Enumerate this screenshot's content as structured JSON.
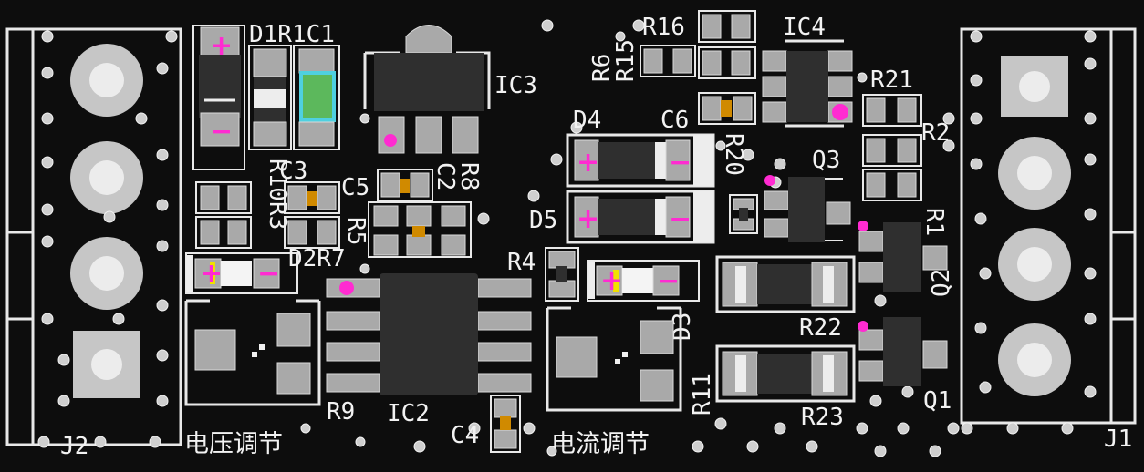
{
  "labels": {
    "d1r1c1": "D1R1C1",
    "ic3": "IC3",
    "r6": "R6",
    "r15": "R15",
    "r16": "R16",
    "ic4": "IC4",
    "r21": "R21",
    "r2": "R2",
    "r10r3": "R10R3",
    "c3": "C3",
    "c5": "C5",
    "c2": "C2",
    "r8": "R8",
    "r5": "R5",
    "d4": "D4",
    "c6": "C6",
    "r20": "R20",
    "q3": "Q3",
    "d5": "D5",
    "d2r7": "D2R7",
    "r4": "R4",
    "d3": "D3",
    "r1": "R1",
    "q2": "Q2",
    "r22": "R22",
    "r11": "R11",
    "r9": "R9",
    "ic2": "IC2",
    "r23": "R23",
    "q1": "Q1",
    "c4": "C4",
    "j2": "J2",
    "j1": "J1",
    "voltage_adjust": "电压调节",
    "current_adjust": "电流调节"
  },
  "polarity": {
    "plus": "+",
    "minus": "−"
  },
  "colors": {
    "board": "#0d0d0d",
    "silkscreen": "#e8e8e8",
    "pad": "#a9a9a9",
    "pin_marker": "#ff2bd1",
    "c1_body": "#5cb85c",
    "c1_outline": "#4fd0e0",
    "via_pad": "#d08a00"
  }
}
